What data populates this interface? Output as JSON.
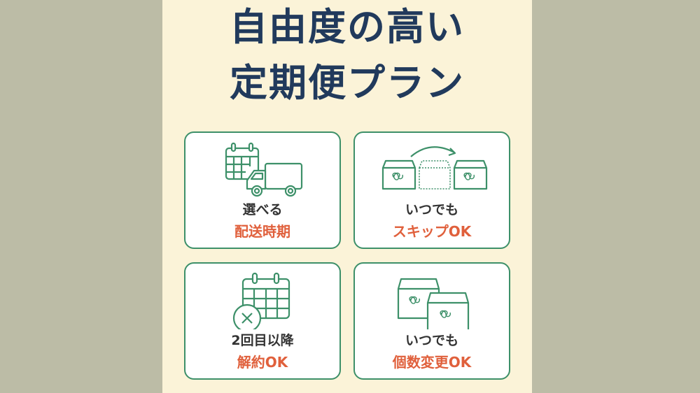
{
  "headline": {
    "line1": "自由度の高い",
    "line2": "定期便プラン"
  },
  "features": [
    {
      "icon": "calendar-truck-icon",
      "label": "選べる",
      "highlight": "配送時期"
    },
    {
      "icon": "skip-box-icon",
      "label": "いつでも",
      "highlight": "スキップOK"
    },
    {
      "icon": "calendar-cancel-icon",
      "label": "2回目以降",
      "highlight": "解約OK"
    },
    {
      "icon": "stacked-boxes-icon",
      "label": "いつでも",
      "highlight": "個数変更OK"
    }
  ],
  "colors": {
    "background": "#bcbca6",
    "panel": "#fbf3d8",
    "title": "#213a5c",
    "accent_green": "#3d9069",
    "highlight_orange": "#e0603c"
  }
}
